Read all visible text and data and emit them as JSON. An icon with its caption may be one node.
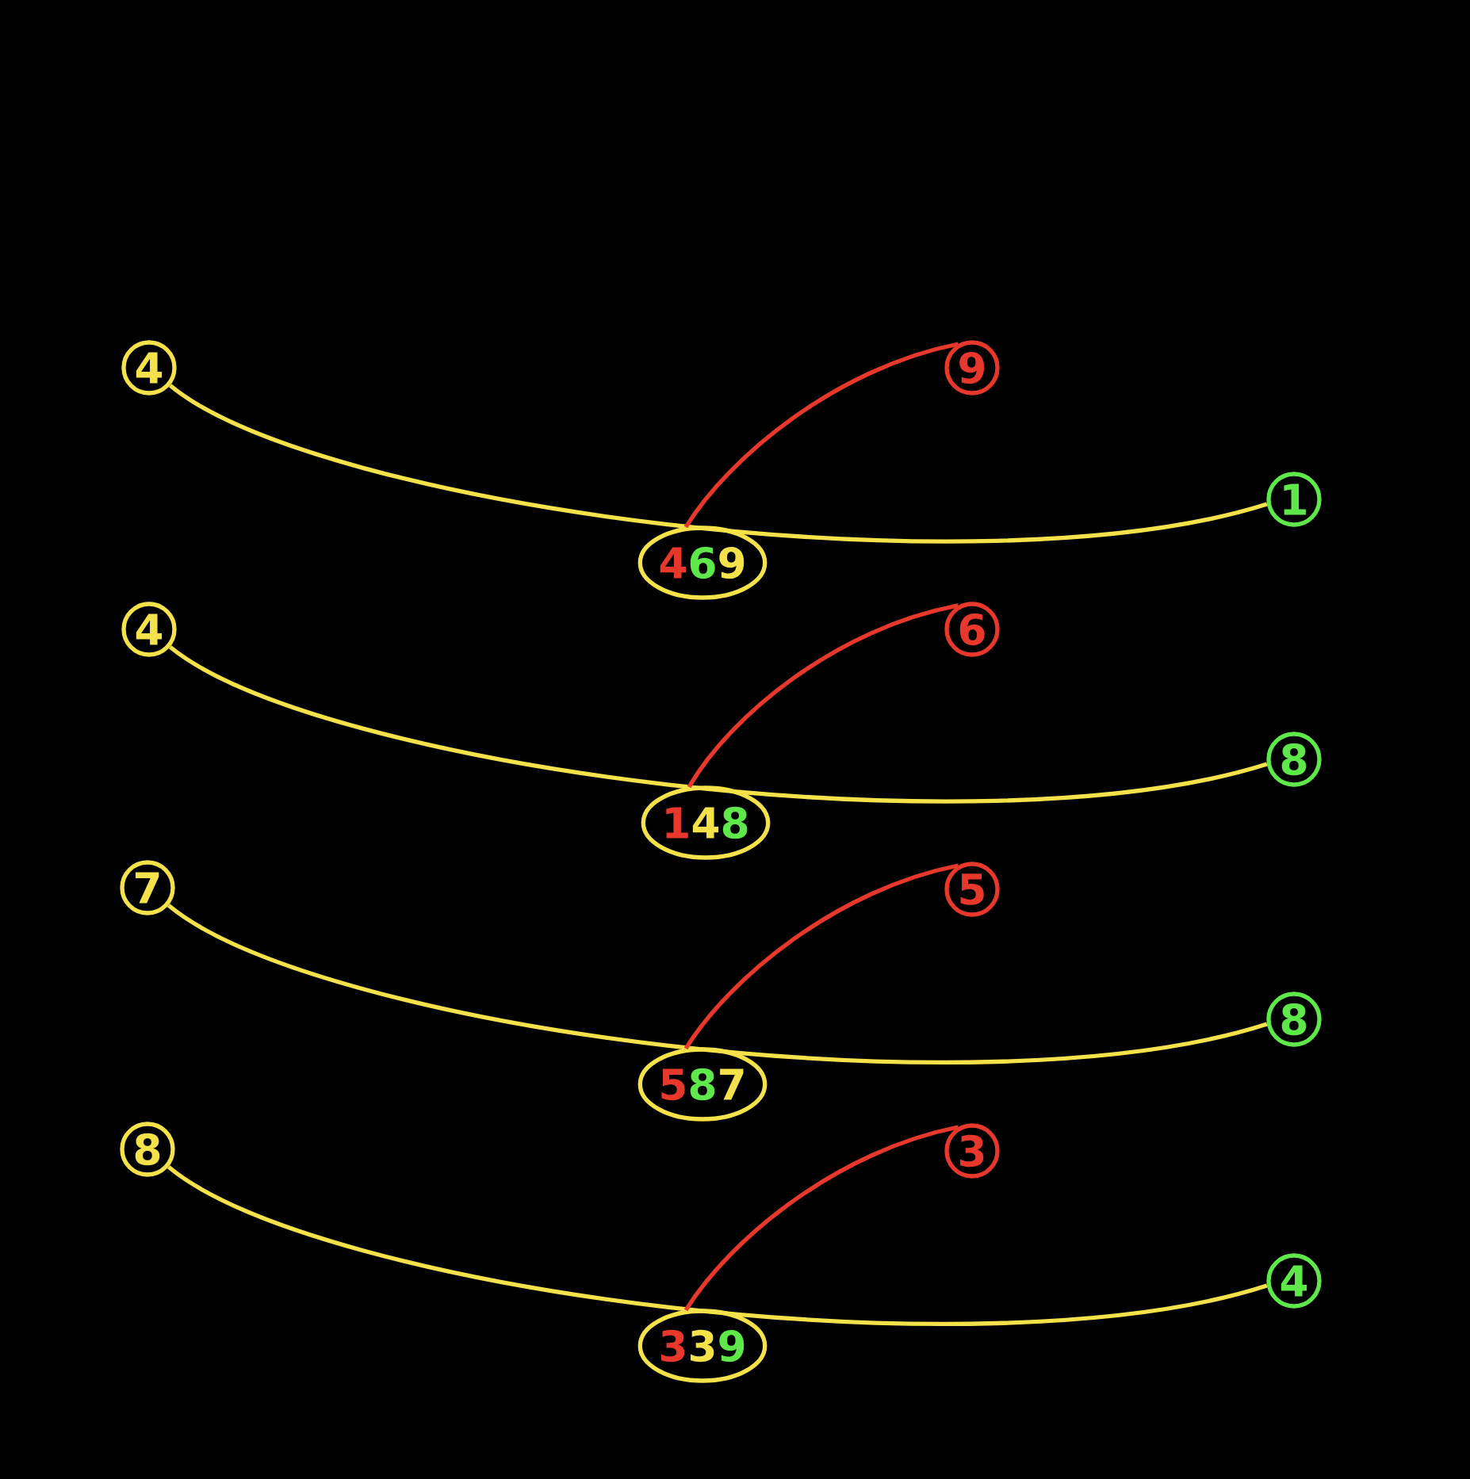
{
  "diagram": {
    "nodes": [
      {
        "text": [
          "4"
        ]
      },
      {
        "text": [
          "9"
        ]
      },
      {
        "text": [
          "1"
        ]
      },
      {
        "text": [
          "469"
        ]
      },
      {
        "text": [
          "4"
        ]
      },
      {
        "text": [
          "6"
        ]
      },
      {
        "text": [
          "8"
        ]
      },
      {
        "text": [
          "148"
        ]
      },
      {
        "text": [
          "7"
        ]
      },
      {
        "text": [
          "5"
        ]
      },
      {
        "text": [
          "8"
        ]
      },
      {
        "text": [
          "587"
        ]
      },
      {
        "text": [
          "8"
        ]
      },
      {
        "text": [
          "3"
        ]
      },
      {
        "text": [
          "4"
        ]
      },
      {
        "text": [
          "339"
        ]
      }
    ],
    "edges": [
      {
        "from": 0,
        "to": 2,
        "arrow": "none",
        "color": "#f5e14a"
      },
      {
        "from": 3,
        "to": 1,
        "arrow": "none",
        "color": "#e8382b"
      },
      {
        "from": 4,
        "to": 6,
        "arrow": "none",
        "color": "#f5e14a"
      },
      {
        "from": 7,
        "to": 5,
        "arrow": "none",
        "color": "#e8382b"
      },
      {
        "from": 8,
        "to": 10,
        "arrow": "none",
        "color": "#f5e14a"
      },
      {
        "from": 11,
        "to": 9,
        "arrow": "none",
        "color": "#e8382b"
      },
      {
        "from": 12,
        "to": 14,
        "arrow": "none",
        "color": "#f5e14a"
      },
      {
        "from": 15,
        "to": 13,
        "arrow": "none",
        "color": "#e8382b"
      }
    ]
  }
}
